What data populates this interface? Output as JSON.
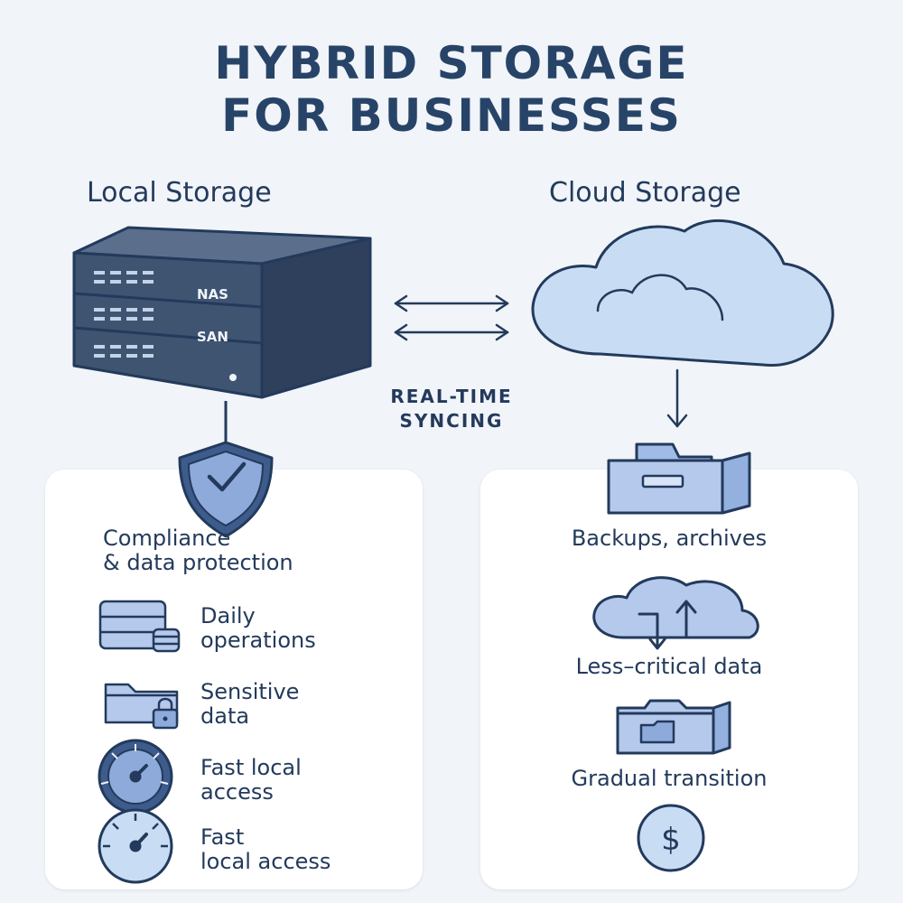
{
  "title": {
    "line1": "HYBRID STORAGE",
    "line2": "FOR BUSINESSES"
  },
  "local": {
    "heading": "Local Storage",
    "server_labels": [
      "NAS",
      "SAN"
    ],
    "benefit": {
      "line1": "Compliance",
      "line2": "& data protection"
    },
    "items": [
      {
        "icon": "database-icon",
        "line1": "Daily",
        "line2": "operations"
      },
      {
        "icon": "locked-folder-icon",
        "line1": "Sensitive",
        "line2": "data"
      },
      {
        "icon": "speedometer-icon",
        "line1": "Fast local",
        "line2": "access"
      },
      {
        "icon": "gauge-icon",
        "line1": "Fast",
        "line2": "local access"
      }
    ]
  },
  "sync": {
    "line1": "REAL-TIME",
    "line2": "SYNCING"
  },
  "cloud": {
    "heading": "Cloud Storage",
    "items": [
      {
        "icon": "archive-box-icon",
        "label": "Backups, archives"
      },
      {
        "icon": "cloud-transfer-icon",
        "label": "Less–critical data"
      },
      {
        "icon": "folder-box-icon",
        "label": "Gradual transition"
      },
      {
        "icon": "dollar-coin-icon",
        "label": ""
      }
    ]
  },
  "colors": {
    "navy": "#233a5c",
    "server": "#3f5471",
    "icon_fill": "#b4c9ec",
    "panel": "#ffffff",
    "background": "#f1f4f8"
  }
}
